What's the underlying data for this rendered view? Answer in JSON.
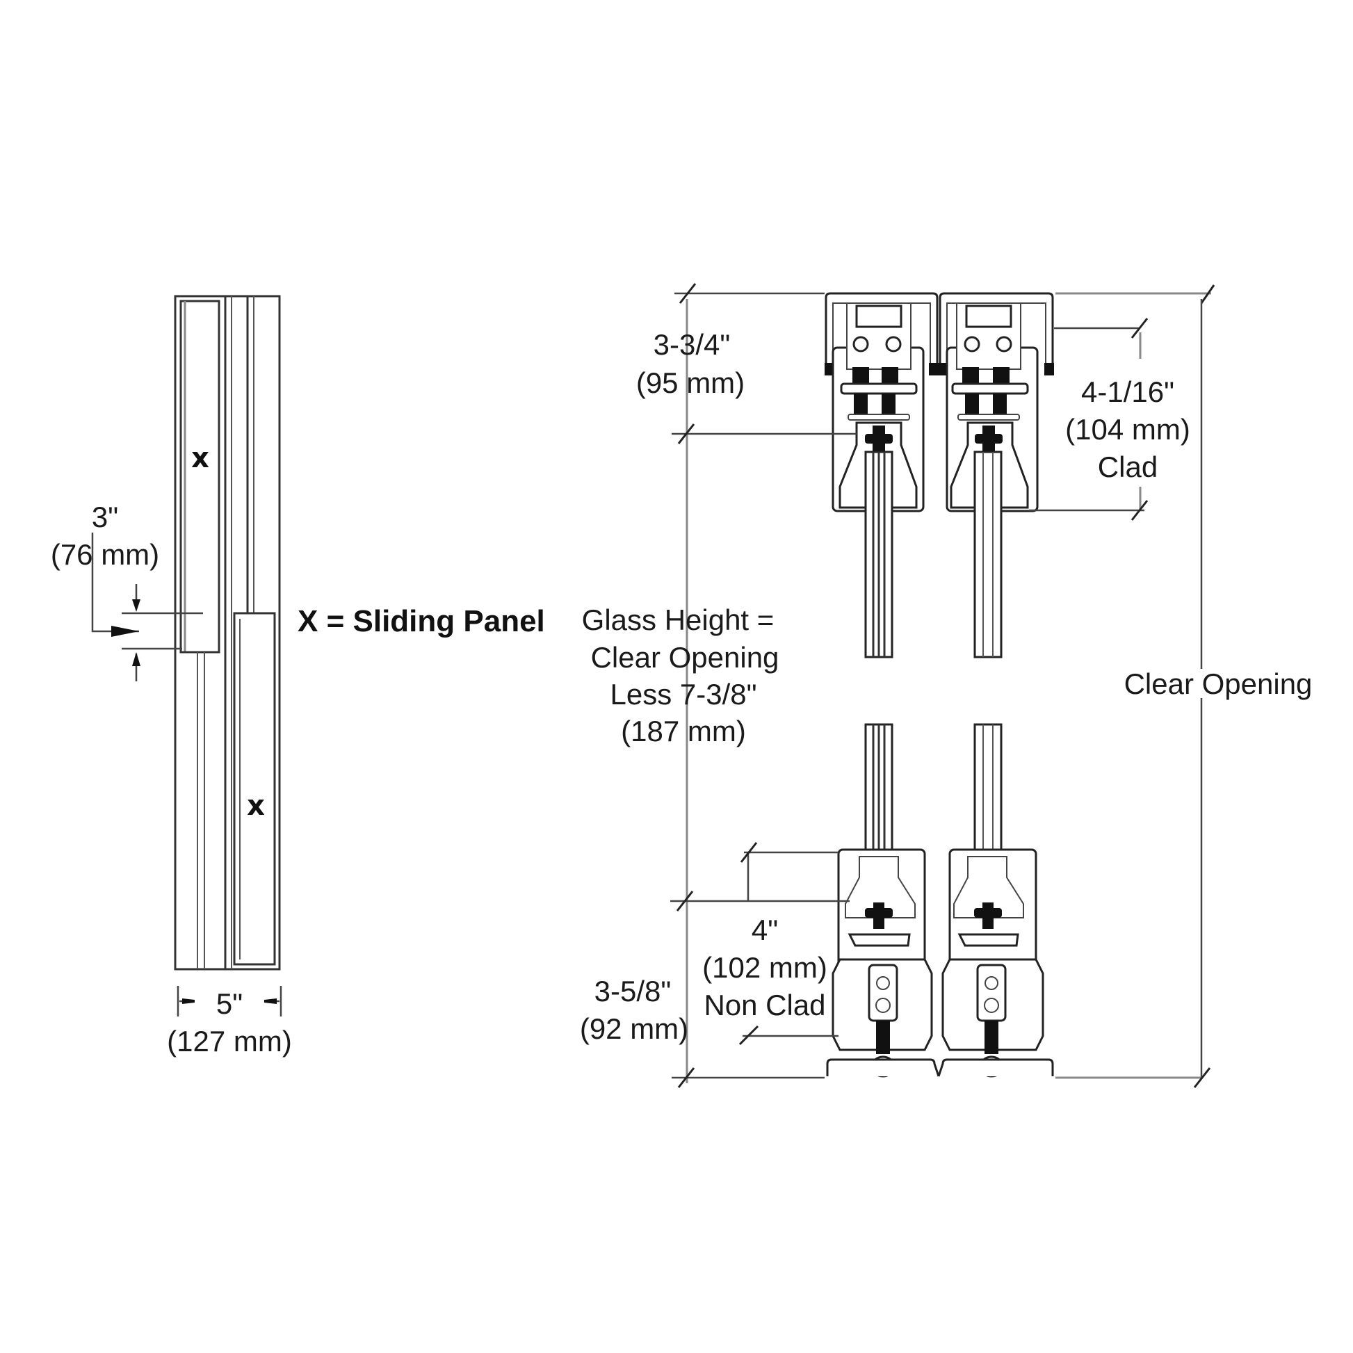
{
  "left_elevation": {
    "panel_marks": [
      "x",
      "x"
    ],
    "overlap_dimension": {
      "imperial": "3\"",
      "metric": "(76 mm)"
    },
    "width_dimension": {
      "imperial": "5\"",
      "metric": "(127 mm)"
    },
    "legend": "X = Sliding Panel"
  },
  "section_detail": {
    "top_dimension": {
      "imperial": "3-3/4\"",
      "metric": "(95 mm)"
    },
    "clad_dimension": {
      "imperial": "4-1/16\"",
      "metric": "(104 mm)",
      "note": "Clad"
    },
    "glass_height_note": {
      "line1": "Glass Height =",
      "line2": "Clear Opening",
      "line3": "Less 7-3/8\"",
      "line4": "(187 mm)"
    },
    "clear_opening_label": "Clear Opening",
    "non_clad_dimension": {
      "imperial": "4\"",
      "metric": "(102 mm)",
      "note": "Non Clad"
    },
    "bottom_dimension": {
      "imperial": "3-5/8\"",
      "metric": "(92 mm)"
    }
  }
}
